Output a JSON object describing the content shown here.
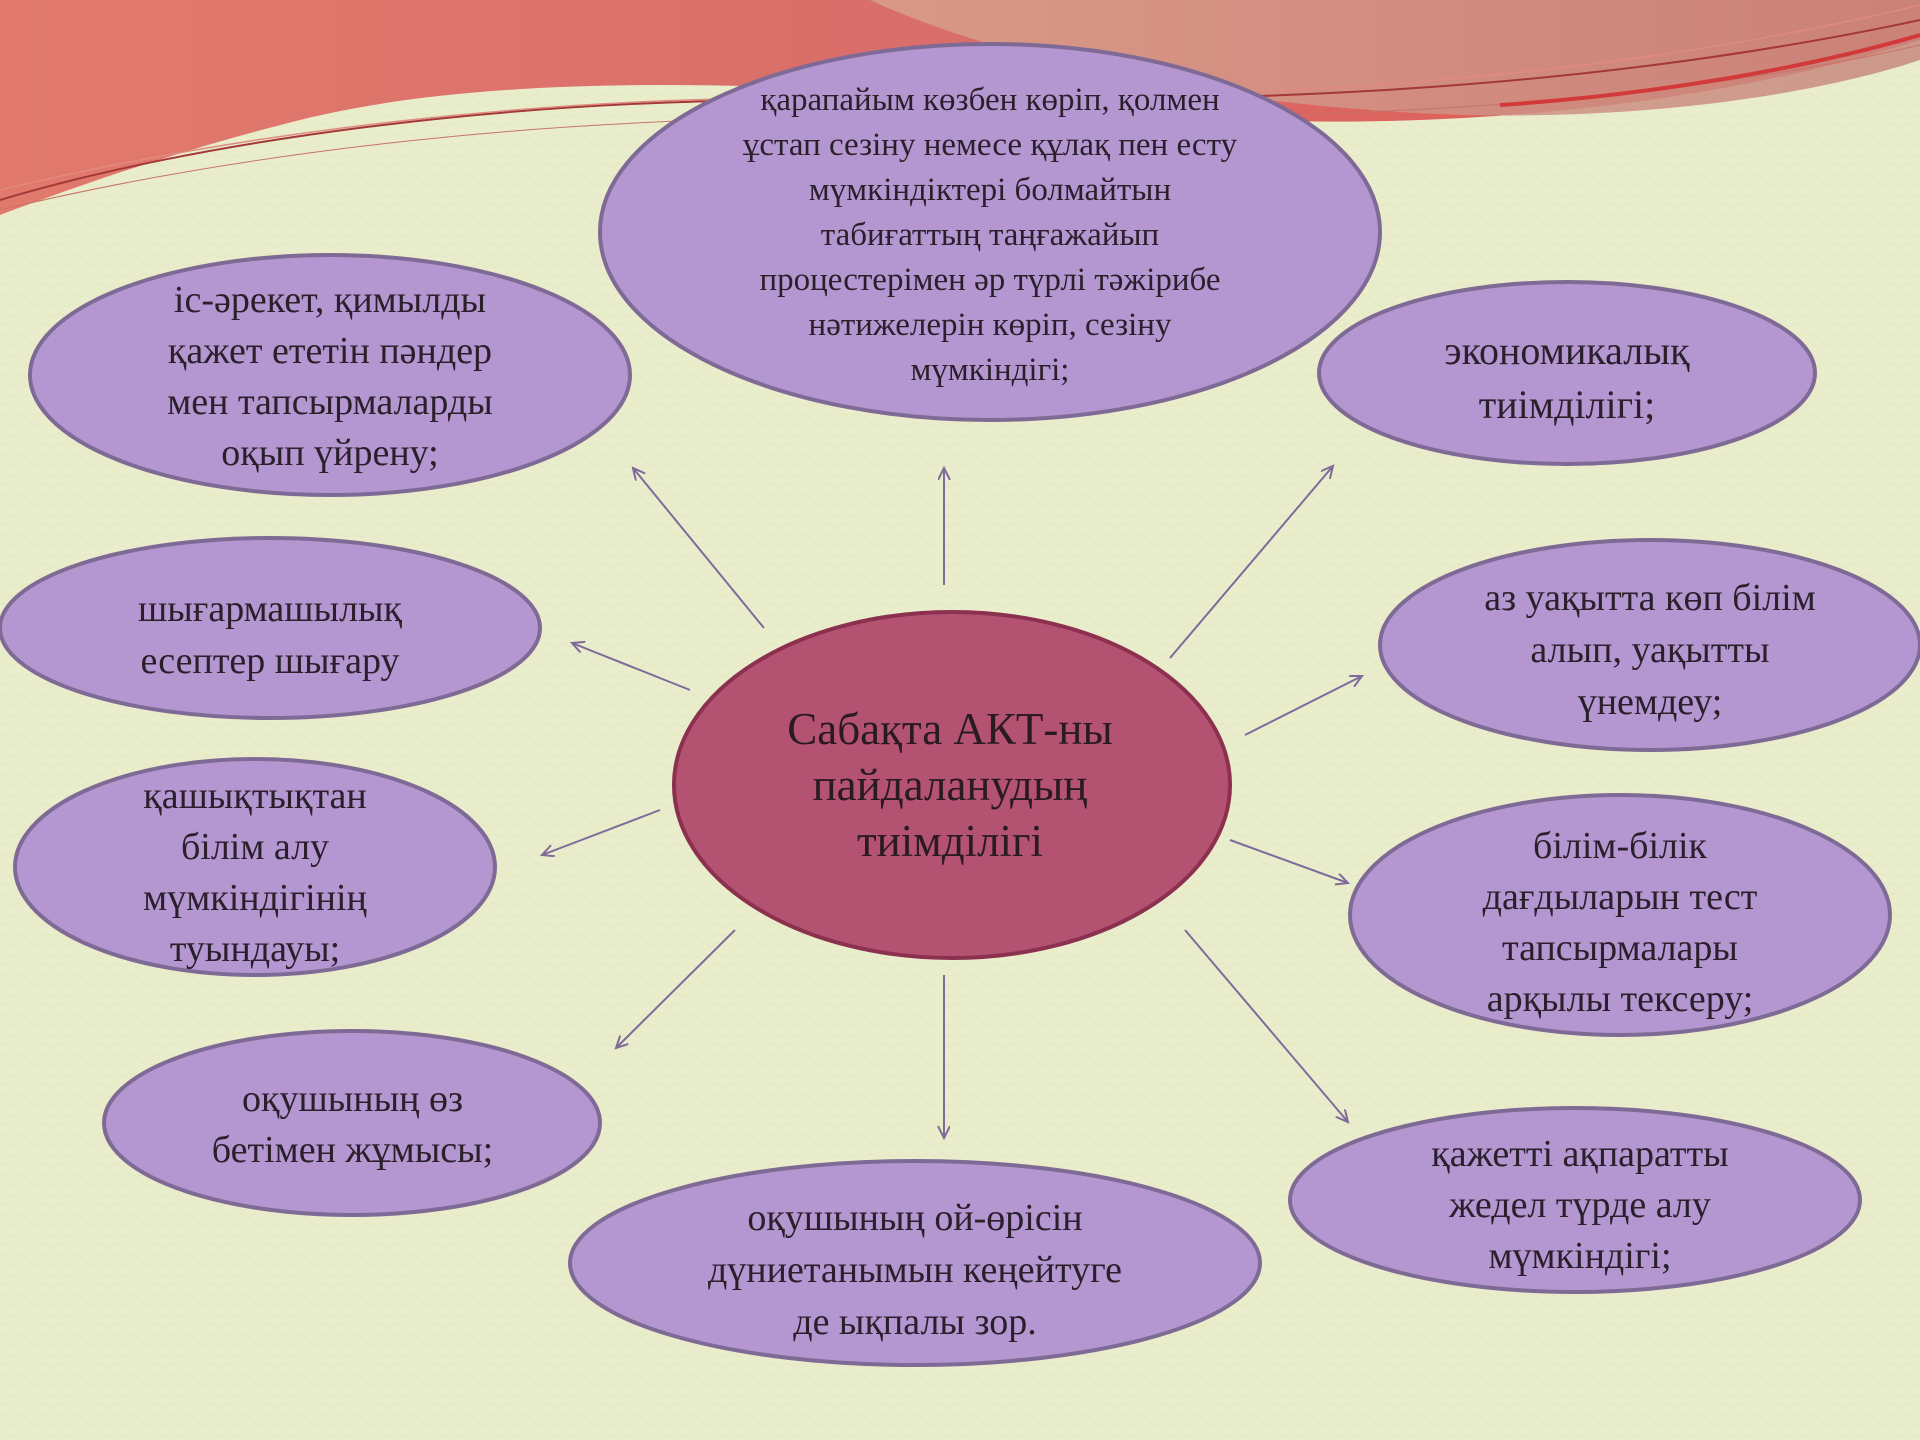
{
  "diagram": {
    "center": {
      "label": "Сабақта АКТ-ны пайдаланудың тиімділігі"
    },
    "nodes": [
      {
        "id": "top",
        "label": "қарапайым көзбен көріп, қолмен ұстап сезіну немесе құлақ пен есту мүмкіндіктері болмайтын табиғаттың таңғажайып процестерімен әр түрлі тәжірибе нәтижелерін көріп, сезіну мүмкіндігі;"
      },
      {
        "id": "top-left",
        "label": "іс-әрекет, қимылды қажет ететін пәндер мен тапсырмаларды оқып үйрену;"
      },
      {
        "id": "left-upper",
        "label": "шығармашылық есептер шығару"
      },
      {
        "id": "left-lower",
        "label": "қашықтықтан білім алу мүмкіндігінің туындауы;"
      },
      {
        "id": "bottom-left",
        "label": "оқушының өз бетімен жұмысы;"
      },
      {
        "id": "bottom",
        "label": "оқушының ой-өрісін дүниетанымын кеңейтуге де ықпалы зор."
      },
      {
        "id": "bottom-right",
        "label": "қажетті ақпаратты жедел түрде алу мүмкіндігі;"
      },
      {
        "id": "right-lower",
        "label": "білім-білік дағдыларын тест тапсырмалары арқылы тексеру;"
      },
      {
        "id": "right-upper",
        "label": "аз уақытта көп білім алып, уақытты үнемдеу;"
      },
      {
        "id": "top-right",
        "label": "экономикалық тиімділігі;"
      }
    ]
  },
  "colors": {
    "background": "#e9edcb",
    "node_fill": "#b497d1",
    "node_stroke": "#7f6a96",
    "center_fill": "#b45371",
    "center_stroke": "#8c3050",
    "arrow": "#7f6a9a",
    "swoosh": "#e06d66"
  }
}
